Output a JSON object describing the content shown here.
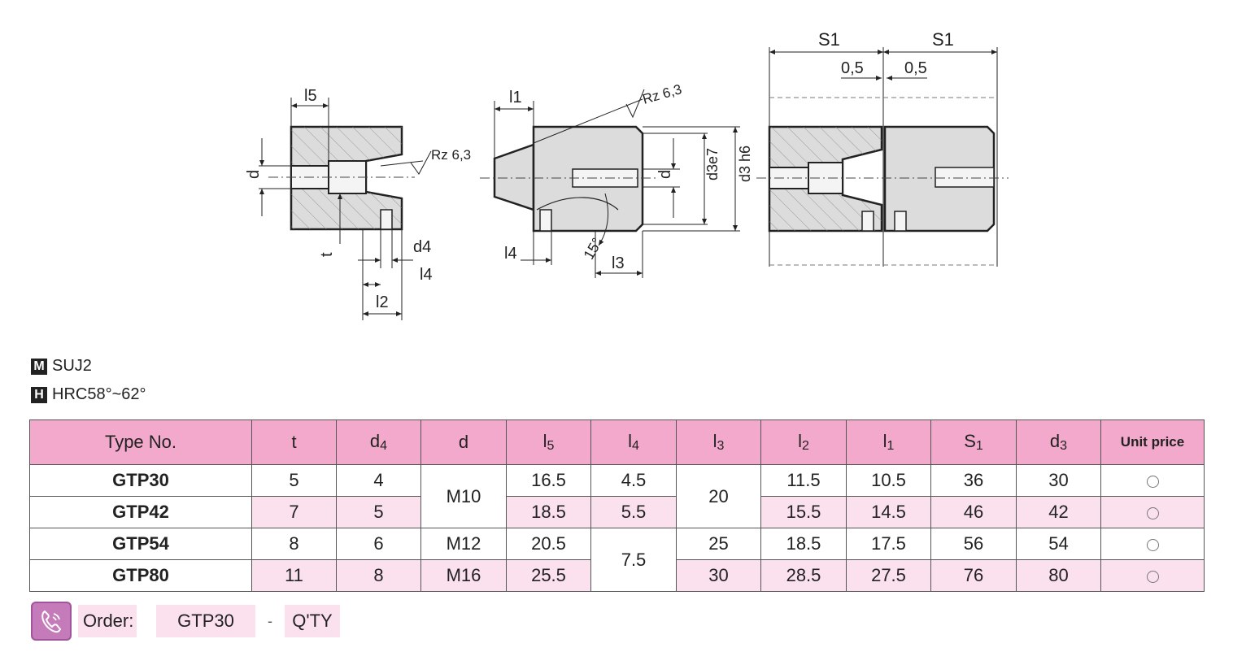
{
  "drawing_labels": {
    "l5": "l5",
    "d": "d",
    "rz": "Rz 6,3",
    "t": "t",
    "d4": "d4",
    "l4": "l4",
    "l2": "l2",
    "l1": "l1",
    "d3e7": "d3e7",
    "d3h6": "d3 h6",
    "angle": "15°",
    "l3": "l3",
    "s1": "S1",
    "gap": "0,5"
  },
  "specs": {
    "material_tag": "M",
    "material": "SUJ2",
    "hardness_tag": "H",
    "hardness": "HRC58°~62°"
  },
  "table": {
    "headers": {
      "type": "Type No.",
      "t": "t",
      "d4_base": "d",
      "d4_sub": "4",
      "d": "d",
      "l5_base": "l",
      "l5_sub": "5",
      "l4_base": "l",
      "l4_sub": "4",
      "l3_base": "l",
      "l3_sub": "3",
      "l2_base": "l",
      "l2_sub": "2",
      "l1_base": "l",
      "l1_sub": "1",
      "s1_base": "S",
      "s1_sub": "1",
      "d3_base": "d",
      "d3_sub": "3",
      "price": "Unit price"
    },
    "rows": [
      {
        "type": "GTP30",
        "t": "5",
        "d4": "4",
        "d": "M10",
        "l5": "16.5",
        "l4": "4.5",
        "l3": "20",
        "l2": "11.5",
        "l1": "10.5",
        "s1": "36",
        "d3": "30"
      },
      {
        "type": "GTP42",
        "t": "7",
        "d4": "5",
        "d": "",
        "l5": "18.5",
        "l4": "5.5",
        "l3": "",
        "l2": "15.5",
        "l1": "14.5",
        "s1": "46",
        "d3": "42"
      },
      {
        "type": "GTP54",
        "t": "8",
        "d4": "6",
        "d": "M12",
        "l5": "20.5",
        "l4": "7.5",
        "l3": "25",
        "l2": "18.5",
        "l1": "17.5",
        "s1": "56",
        "d3": "54"
      },
      {
        "type": "GTP80",
        "t": "11",
        "d4": "8",
        "d": "M16",
        "l5": "25.5",
        "l4": "",
        "l3": "30",
        "l2": "28.5",
        "l1": "27.5",
        "s1": "76",
        "d3": "80"
      }
    ]
  },
  "order": {
    "icon": "phone-icon",
    "label": "Order:",
    "code": "GTP30",
    "separator": "-",
    "qty": "Q'TY"
  },
  "colors": {
    "header_pink": "#f2a9cb",
    "row_pink": "#fbe1ee",
    "icon_purple": "#c57ab9"
  }
}
